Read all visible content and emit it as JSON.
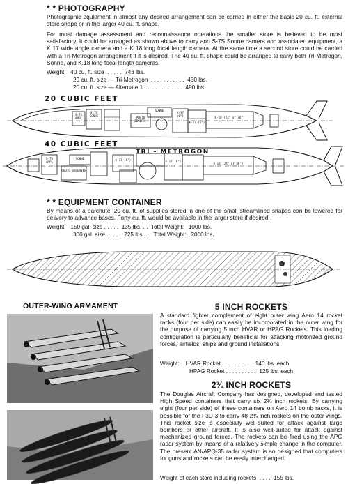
{
  "photography": {
    "title": "* * PHOTOGRAPHY",
    "para1": "Photographic equipment in almost any desired arrangement can be carried in either the basic 20 cu. ft. external store shape or in the larger 40 cu. ft. shape.",
    "para2": "For most damage assessment and reconnaissance operations the smaller store is believed to be most satisfactory. It could be arranged as shown above to carry and S-7S Sonne camera and associated equipment, a K 17 wide angle camera and a K 18 long focal length camera. At the same time a second store could be carried with a Tri-Metrogon arrangement if it is desired. The 40 cu. ft. shape could be arranged to carry both Tri-Metrogon, Sonne, and K.18 long focal length cameras.",
    "weight_line1": "Weight:   40 cu. ft. size  . . . . .  743 lbs.",
    "weight_line2": "20 cu. ft. size — Tri-Metrogon  . . . . . . . . . . .  450 lbs.",
    "weight_line3": "20 cu. ft. size — Alternate 1  . . . . . . . . . . . .  490 lbs."
  },
  "diagram20": {
    "label": "20 CUBIC FEET",
    "parts": [
      "S-7S AMPL",
      "S-7S SONNE",
      "SONNE",
      "PHOTO OBSERV.",
      "K-17 (6\")",
      "K-18 (24\" or 36\")",
      "K-17 (6\")"
    ]
  },
  "diagram40": {
    "label": "40 CUBIC FEET",
    "sublabel": "TRI - METROGON",
    "parts": [
      "S-7S AMPL",
      "SONNE",
      "PHOTO OBSERVER",
      "K-17 (6\")",
      "K-17 (6\")",
      "K-18 (24\" or 36\")"
    ]
  },
  "equipment": {
    "title": "* * EQUIPMENT CONTAINER",
    "para": "By means of a parchute, 20 cu. ft. of supplies stored in one of the small streamlined shapes can be lowered for delivery to advance bases. Forty cu. ft. would be available in the larger store if desired.",
    "weight_line1": "Weight:   150 gal. size . . . . .  135 lbs. . .  Total Weight:   1000 lbs.",
    "weight_line2": "300 gal. size . . . . .  225 lbs. . .  Total Weight:   2000 lbs."
  },
  "outer_wing": {
    "title": "OUTER-WING ARMAMENT"
  },
  "rockets5": {
    "title": "5 INCH ROCKETS",
    "para": "A standard fighter complement of eight outer wing Aero 14 rocket racks (four per side) can easily be incorporated in the outer wing for the purpose of carrying 5 inch HVAR or HPAG Rockets. This loading configuration is particularly beneficial for attacking motorized ground forces, airfields, ships and ground installations.",
    "weight_line1": "Weight:    HVAR Rocket . . . . . . . . . .  140 lbs. each",
    "weight_line2": "HPAG Rocket . . . . . . . . . .  125 lbs. each"
  },
  "rockets275": {
    "title": "2¾ INCH ROCKETS",
    "para": "The Douglas Aircraft Company has designed, developed and tested High Speed containers that carry six 2¾ inch rockets. By carrying eight (four per side) of these containers on Aero 14 bomb racks, it is possible for the F3D-3 to carry 48 2¾ inch rockets on the outer wings. This rocket size is especially well-suited for attack against large bombers or other aircraft. It is also well-suited for attack against mechanized ground forces. The rockets can be fired using the APG radar system by means of a relatively simple change in the computer. The present AN/APQ-35 radar system is so designed that computers for guns and rockets can be easily interchanged.",
    "weight_line": "Weight of each store including rockets  . . . .  155 lbs."
  }
}
